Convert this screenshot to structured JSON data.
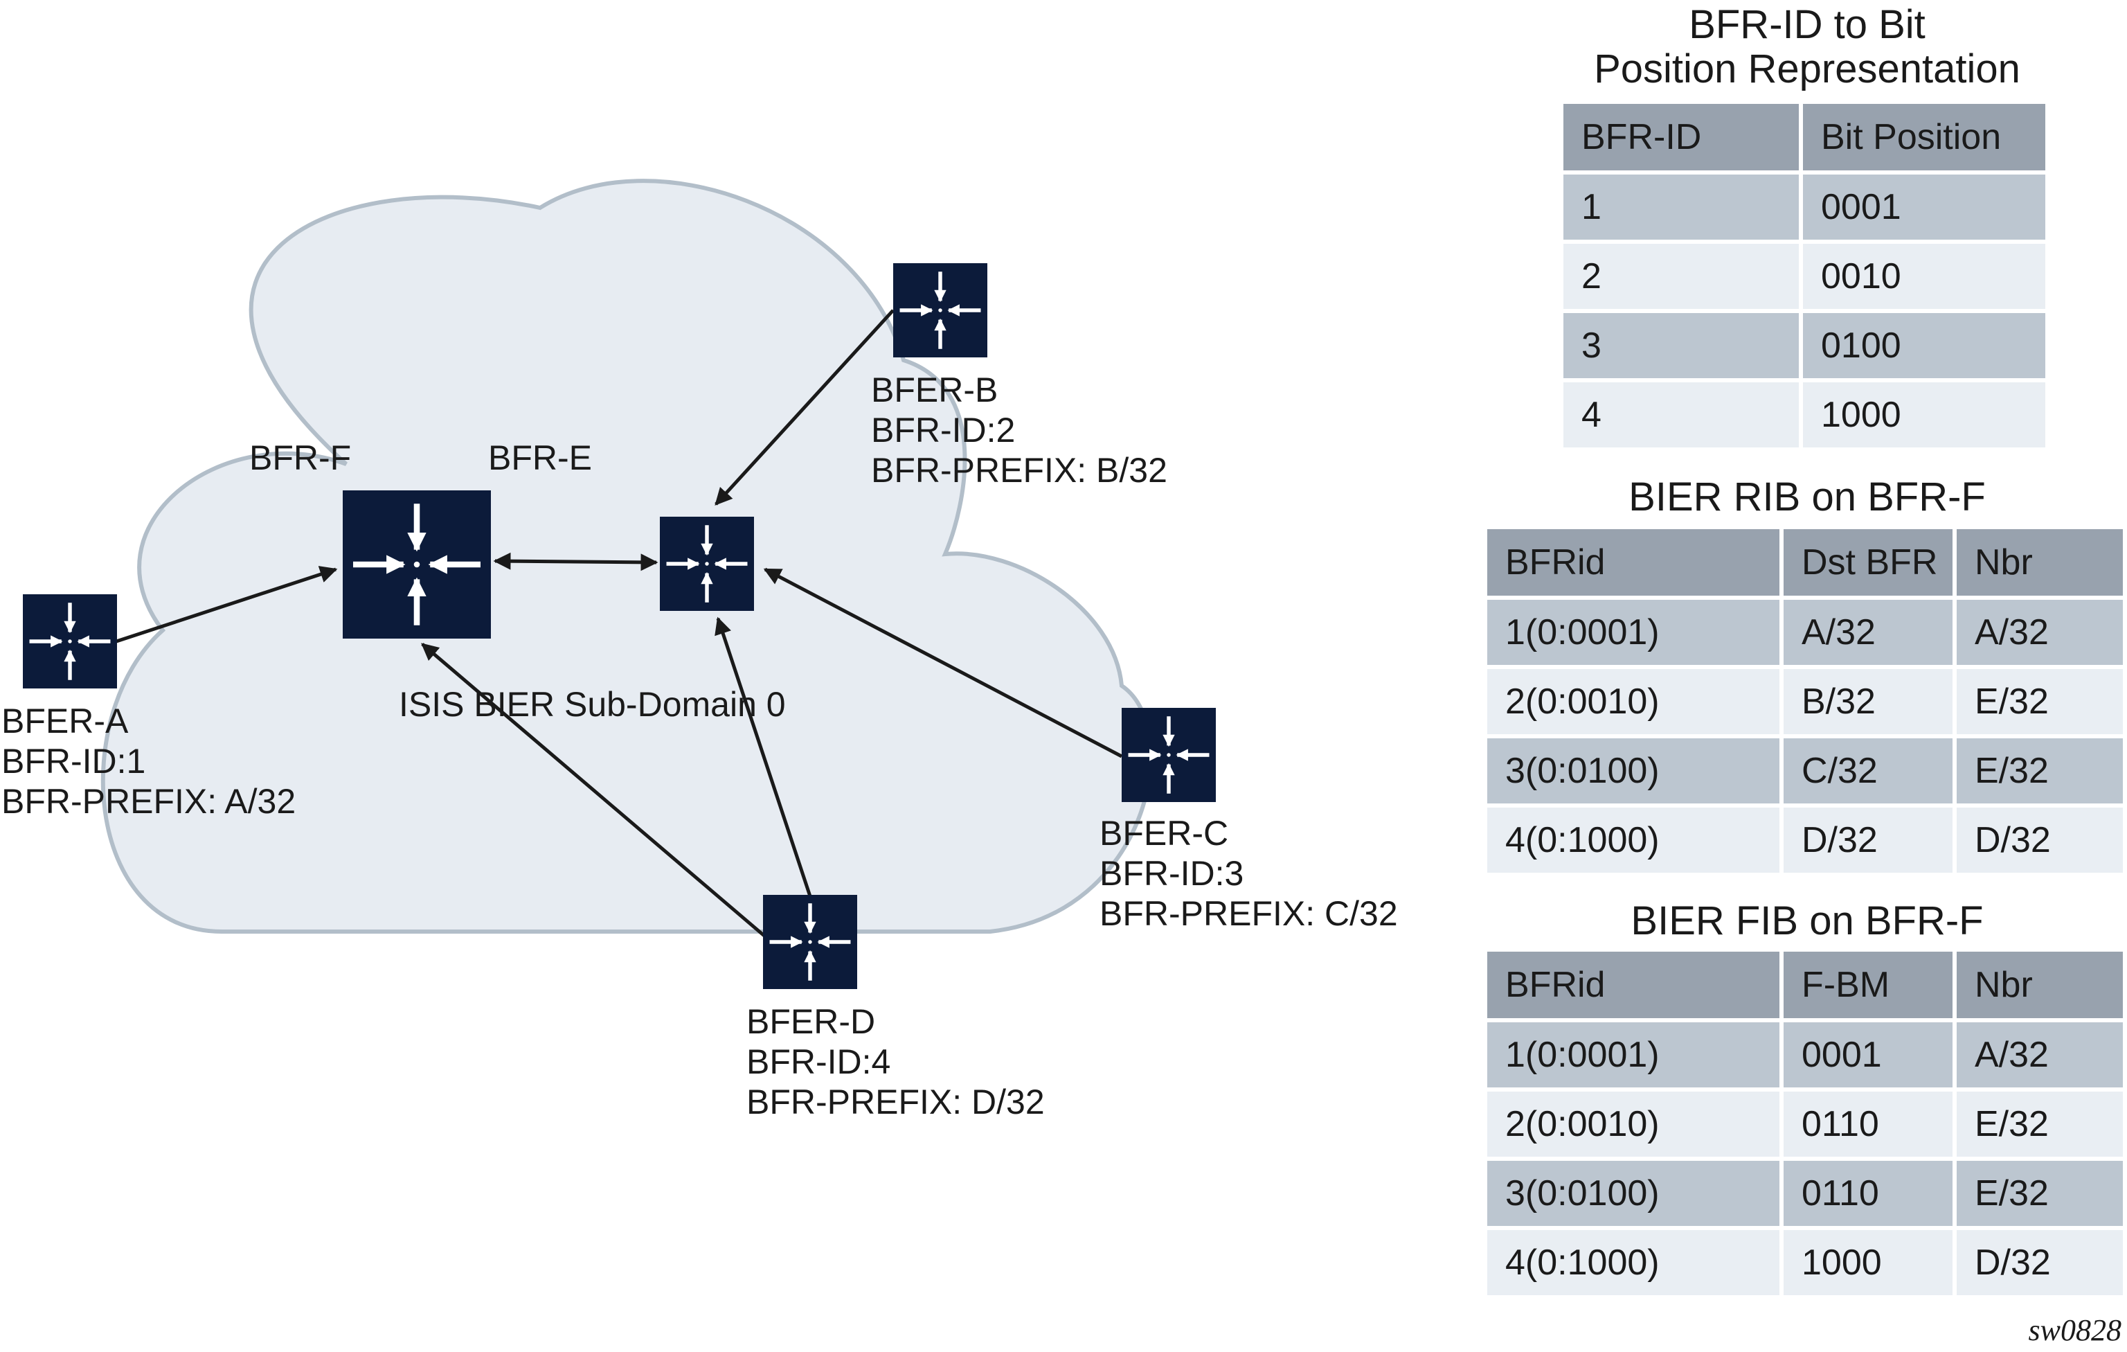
{
  "colors": {
    "cloud_fill": "#e7ecf2",
    "cloud_stroke": "#b2bec9",
    "router_fill": "#0c1b3a",
    "router_arrow": "#ffffff",
    "link": "#1a1a1a",
    "table_header": "#98a2ae",
    "table_row_dark": "#bcc6d0",
    "table_row_light": "#e9eef3"
  },
  "diagram": {
    "domain_label": "ISIS BIER Sub-Domain 0",
    "core_labels": {
      "bfr_f": "BFR-F",
      "bfr_e": "BFR-E"
    },
    "routers": {
      "bfer_a": {
        "name": "BFER-A",
        "id": "BFR-ID:1",
        "prefix": "BFR-PREFIX: A/32",
        "icon": "router-icon"
      },
      "bfer_b": {
        "name": "BFER-B",
        "id": "BFR-ID:2",
        "prefix": "BFR-PREFIX: B/32",
        "icon": "router-icon"
      },
      "bfer_c": {
        "name": "BFER-C",
        "id": "BFR-ID:3",
        "prefix": "BFR-PREFIX: C/32",
        "icon": "router-icon"
      },
      "bfer_d": {
        "name": "BFER-D",
        "id": "BFR-ID:4",
        "prefix": "BFR-PREFIX: D/32",
        "icon": "router-icon"
      },
      "bfr_f": {
        "icon": "router-icon"
      },
      "bfr_e": {
        "icon": "router-icon"
      }
    }
  },
  "tables": {
    "bitpos": {
      "title_line1": "BFR-ID to Bit",
      "title_line2": "Position Representation",
      "headers": [
        "BFR-ID",
        "Bit Position"
      ],
      "rows": [
        [
          "1",
          "0001"
        ],
        [
          "2",
          "0010"
        ],
        [
          "3",
          "0100"
        ],
        [
          "4",
          "1000"
        ]
      ]
    },
    "rib": {
      "title": "BIER RIB on BFR-F",
      "headers": [
        "BFRid",
        "Dst BFR",
        "Nbr"
      ],
      "rows": [
        [
          "1(0:0001)",
          "A/32",
          "A/32"
        ],
        [
          "2(0:0010)",
          "B/32",
          "E/32"
        ],
        [
          "3(0:0100)",
          "C/32",
          "E/32"
        ],
        [
          "4(0:1000)",
          "D/32",
          "D/32"
        ]
      ]
    },
    "fib": {
      "title": "BIER FIB on BFR-F",
      "headers": [
        "BFRid",
        "F-BM",
        "Nbr"
      ],
      "rows": [
        [
          "1(0:0001)",
          "0001",
          "A/32"
        ],
        [
          "2(0:0010)",
          "0110",
          "E/32"
        ],
        [
          "3(0:0100)",
          "0110",
          "E/32"
        ],
        [
          "4(0:1000)",
          "1000",
          "D/32"
        ]
      ]
    }
  },
  "footer": {
    "figure_id": "sw0828"
  }
}
